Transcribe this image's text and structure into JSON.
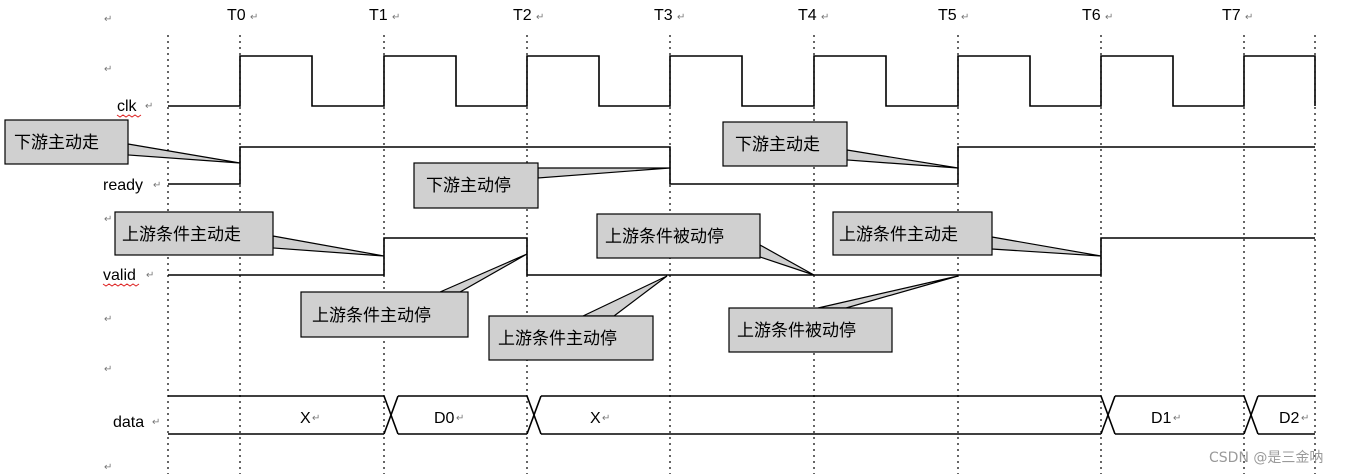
{
  "time_labels": [
    "T0",
    "T1",
    "T2",
    "T3",
    "T4",
    "T5",
    "T6",
    "T7"
  ],
  "signals": {
    "clk": "clk",
    "ready": "ready",
    "valid": "valid",
    "data": "data"
  },
  "data_segments": [
    "X",
    "D0",
    "X",
    "D1",
    "D2"
  ],
  "callouts": [
    "下游主动走",
    "下游主动停",
    "下游主动走",
    "上游条件主动走",
    "上游条件主动停",
    "上游条件主动停",
    "上游条件被动停",
    "上游条件主动走",
    "上游条件被动停"
  ],
  "paragraph_mark": "↵",
  "watermark": "CSDN @是三金呐"
}
